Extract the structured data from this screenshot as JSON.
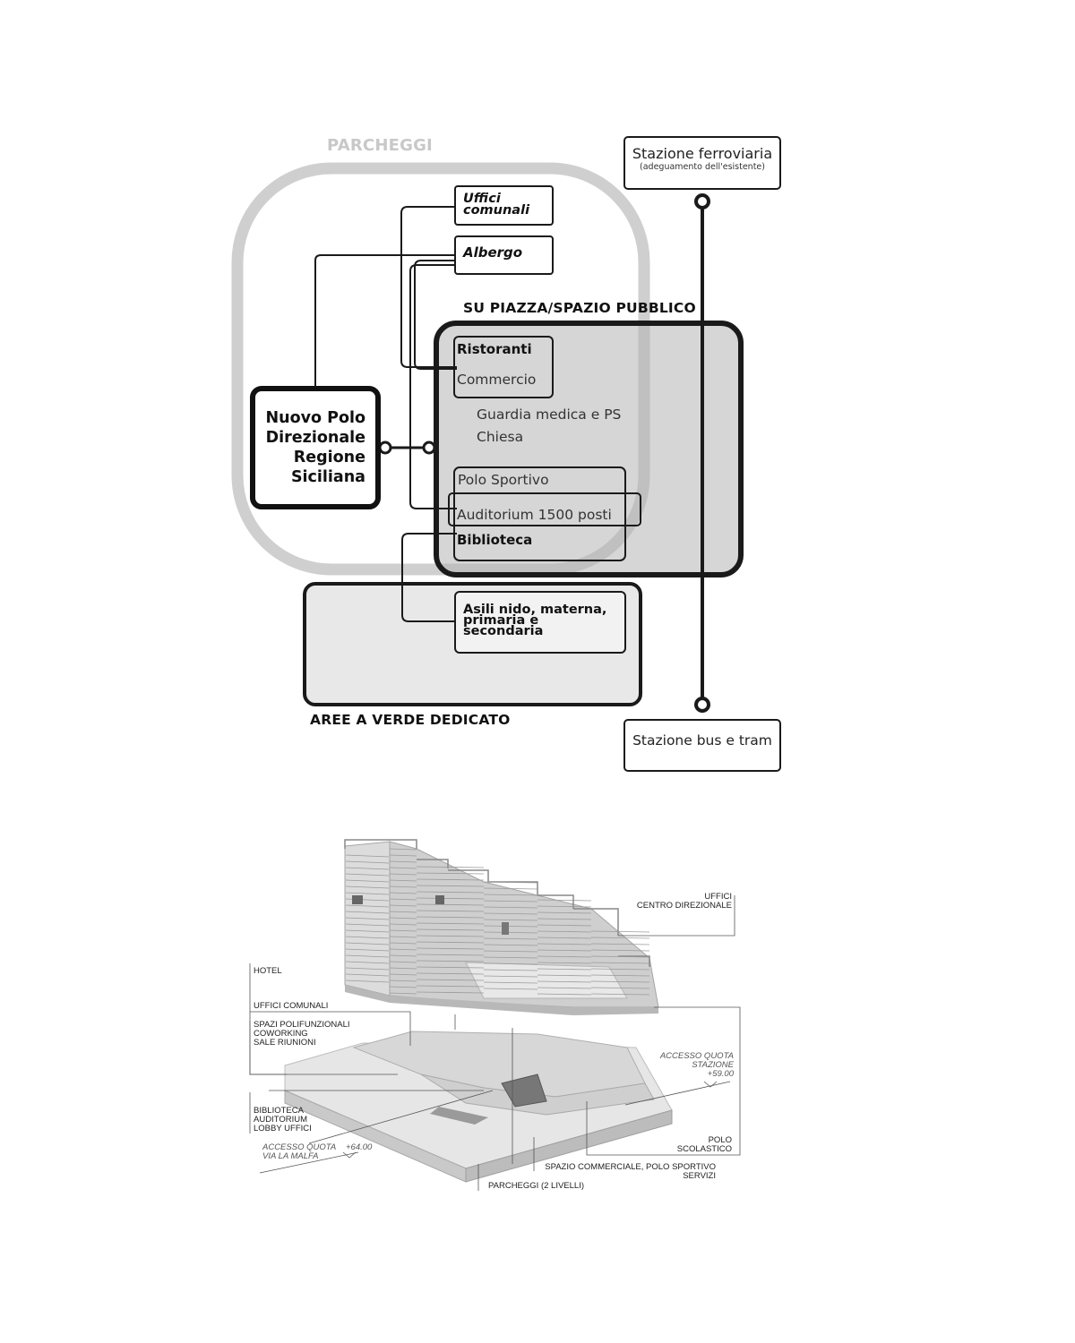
{
  "diagram": {
    "parcheggi_label": "PARCHEGGI",
    "main_box": [
      "Nuovo Polo",
      "Direzionale",
      "Regione",
      "Siciliana"
    ],
    "uffici_comunali": [
      "Uffici",
      "comunali"
    ],
    "albergo": "Albergo",
    "piazza_label": "SU PIAZZA/SPAZIO PUBBLICO",
    "ristoranti": "Ristoranti",
    "commercio": "Commercio",
    "guardia": "Guardia medica e PS",
    "chiesa": "Chiesa",
    "polo_sportivo": "Polo Sportivo",
    "auditorium": "Auditorium 1500 posti",
    "biblioteca": "Biblioteca",
    "asili": [
      "Asili nido, materna,",
      "primaria e",
      "secondaria"
    ],
    "verde_label": "AREE A VERDE DEDICATO",
    "stazione_ferroviaria": "Stazione ferroviaria",
    "stazione_ferroviaria_note": "(adeguamento dell'esistente)",
    "stazione_bus": "Stazione bus e tram"
  },
  "axonometric": {
    "uffici_centro": "UFFICI\nCENTRO DIREZIONALE",
    "hotel": "HOTEL",
    "uffici_comunali": "UFFICI COMUNALI",
    "spazi": "SPAZI POLIFUNZIONALI\nCOWORKING\nSALE RIUNIONI",
    "accesso_stazione": "ACCESSO QUOTA\nSTAZIONE\n+59.00",
    "biblioteca": "BIBLIOTECA\nAUDITORIUM\nLOBBY UFFICI",
    "accesso_malfa": "ACCESSO QUOTA\nVIA LA MALFA",
    "quota_malfa": "+64.00",
    "polo_scolastico": "POLO\nSCOLASTICO",
    "spazio_commerciale": "SPAZIO COMMERCIALE, POLO SPORTIVO\nSERVIZI",
    "parcheggi": "PARCHEGGI (2 LIVELLI)"
  }
}
